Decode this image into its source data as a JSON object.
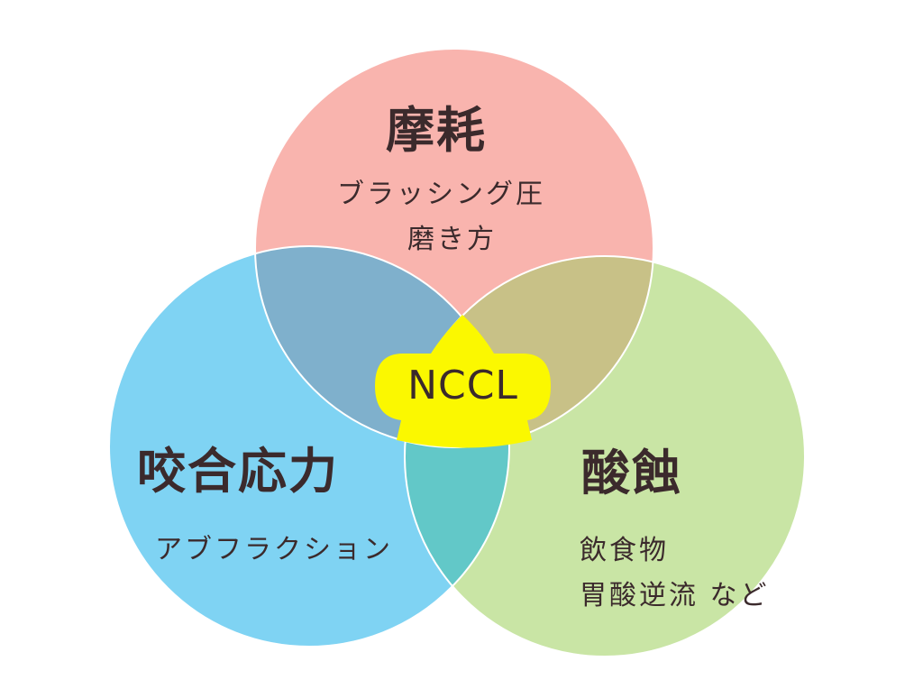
{
  "circles": {
    "top": {
      "title": "摩耗",
      "lines": [
        "ブラッシング圧",
        "磨き方"
      ],
      "color": "#f9b4ae"
    },
    "left": {
      "title": "咬合応力",
      "lines": [
        "アブフラクション"
      ],
      "color": "#7fd3f3"
    },
    "right": {
      "title": "酸蝕",
      "lines": [
        "飲食物",
        "胃酸逆流 など"
      ],
      "color": "#c9e5a5"
    }
  },
  "overlaps": {
    "top_left": "#7fb0cc",
    "top_right": "#c8c187",
    "left_right": "#62c8c8"
  },
  "center": {
    "label": "NCCL",
    "color": "#fbf800"
  }
}
